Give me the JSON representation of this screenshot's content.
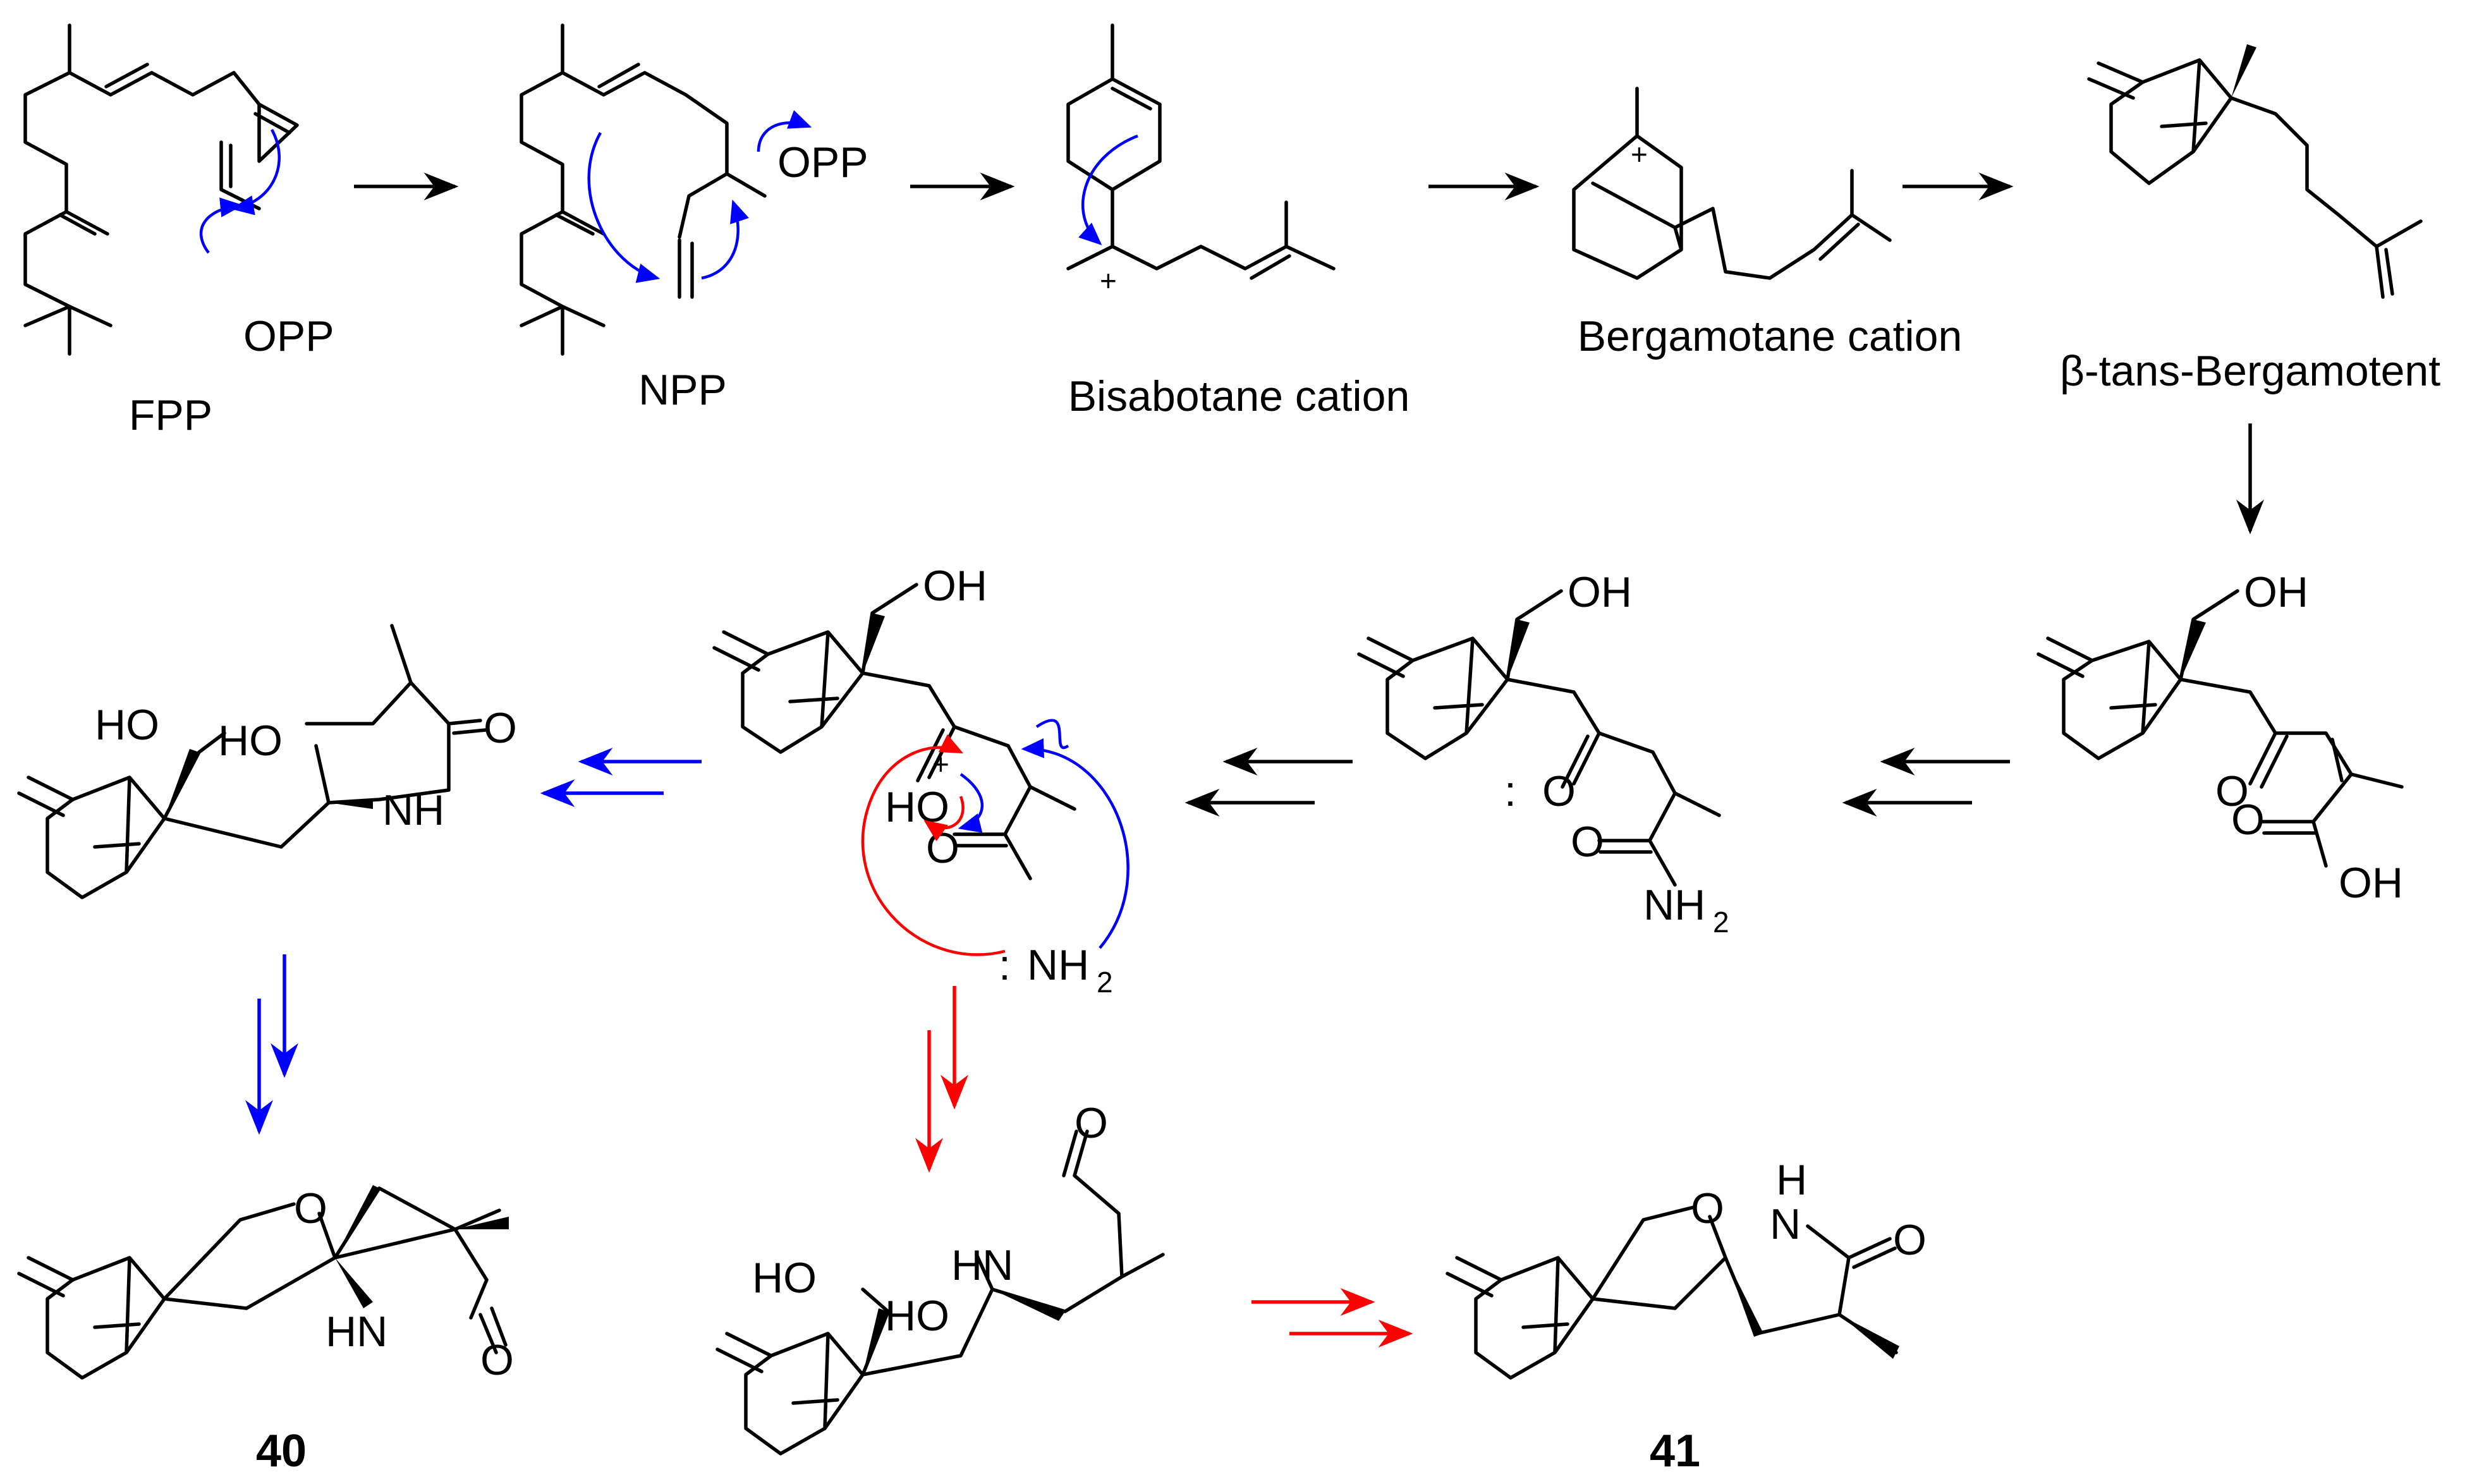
{
  "captions": {
    "fpp": "FPP",
    "npp": "NPP",
    "bisabotane": "Bisabotane cation",
    "bergamotane": "Bergamotane cation",
    "beta_bergamotene": "β-tans-Bergamotent"
  },
  "compound_numbers": {
    "c40": "40",
    "c41": "41"
  },
  "atom_labels": {
    "opp": "OPP",
    "oh": "OH",
    "ho": "HO",
    "o": "O",
    "nh": "NH",
    "hn": "HN",
    "nh2": "NH",
    "nh2_sub": "2",
    "n": "N",
    "h": "H",
    "plus": "+",
    "lone_pair": ":"
  },
  "colors": {
    "bond": "#000000",
    "pathway_a": "#0000ff",
    "pathway_b": "#ff0000",
    "background": "#ffffff"
  }
}
